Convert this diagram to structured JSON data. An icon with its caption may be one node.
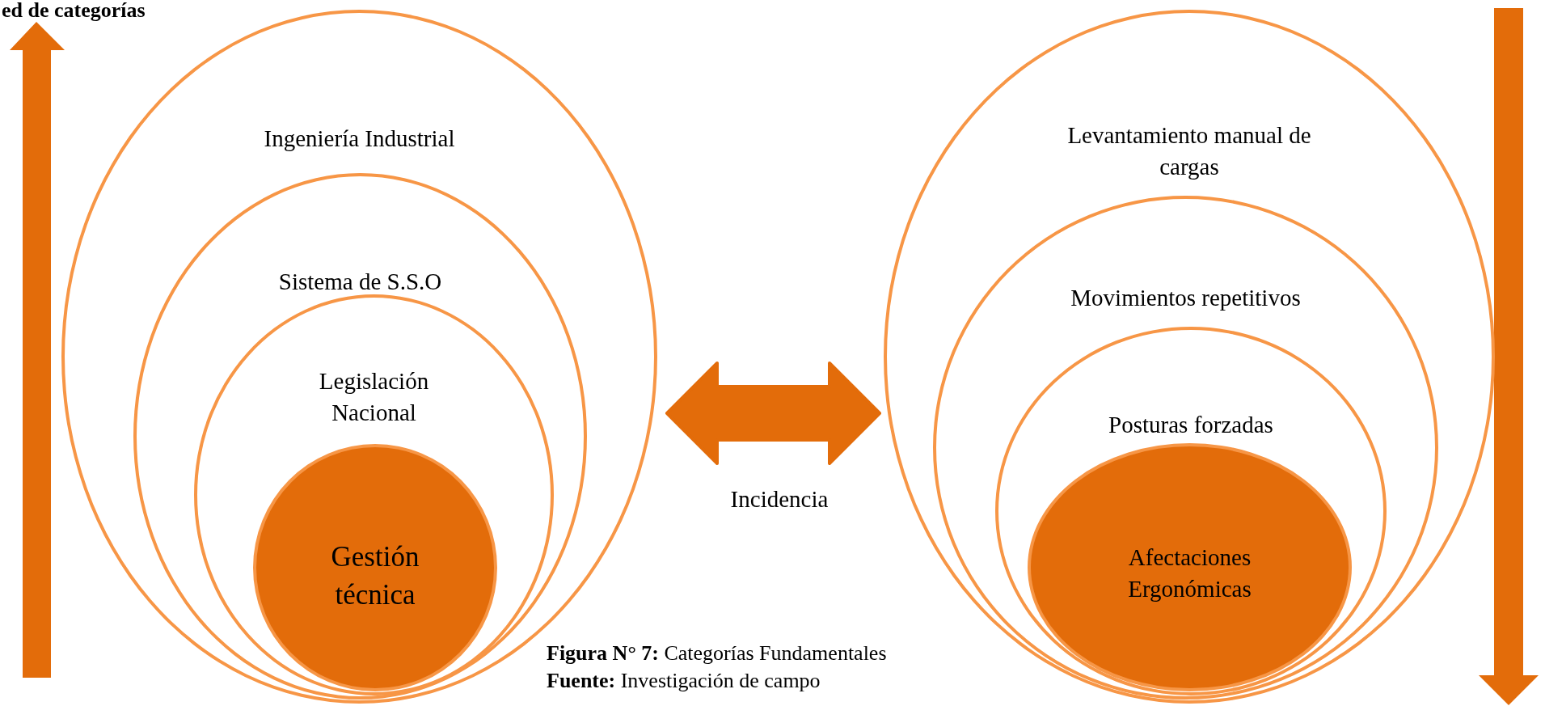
{
  "diagram": {
    "caption": "**Figura N° 7:** Categorías Fundamentales",
    "nodes": [
      {
        "text": [
          "Ingeniería Industrial"
        ]
      },
      {
        "text": [
          "Sistema de S.S.O"
        ],
        "in": 0
      },
      {
        "text": [
          "Legislación Nacional"
        ],
        "in": 1
      },
      {
        "text": [
          "Gestión técnica"
        ],
        "in": 2
      },
      {
        "text": [
          "Levantamiento manual de cargas"
        ]
      },
      {
        "text": [
          "Movimientos repetitivos"
        ],
        "in": 4
      },
      {
        "text": [
          "Posturas forzadas"
        ],
        "in": 5
      },
      {
        "text": [
          "Afectaciones Ergonómicas"
        ],
        "in": 6
      }
    ],
    "edges": [
      {
        "from": 0,
        "to": 4,
        "arrow": "both",
        "label": "Incidencia",
        "style": "thick"
      }
    ],
    "labels": [
      "ed de categorías",
      "**Fuente:** Investigación de campo"
    ]
  }
}
